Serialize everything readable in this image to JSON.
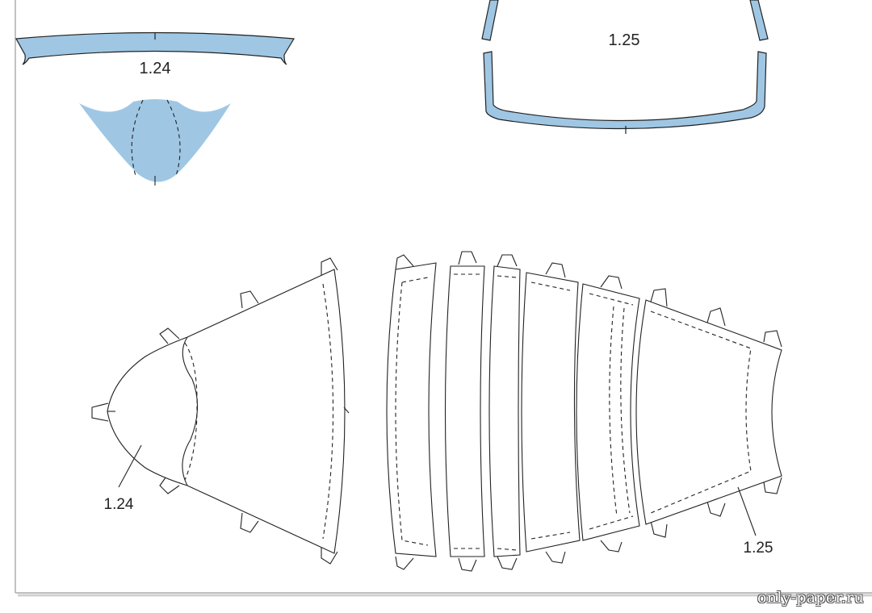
{
  "labels": {
    "top_left_part": "1.24",
    "top_right_part": "1.25",
    "bottom_left_part": "1.24",
    "bottom_right_part": "1.25"
  },
  "watermark": "only-paper.ru",
  "colors": {
    "fill_blue": "#9fc7e4",
    "line": "#222222",
    "sheet_border": "#9a9a9a"
  }
}
